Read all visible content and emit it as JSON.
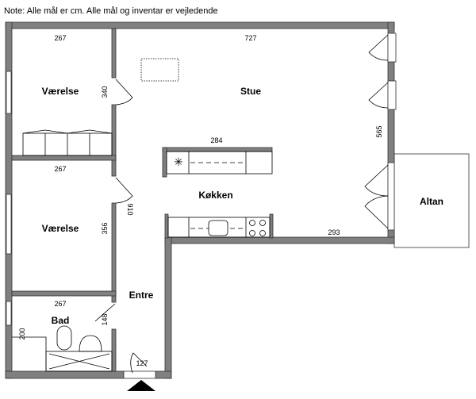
{
  "note": "Note: Alle mål er cm. Alle mål og inventar er vejledende",
  "rooms": {
    "bedroom1": "Værelse",
    "living": "Stue",
    "kitchen": "Køkken",
    "bedroom2": "Værelse",
    "entrance": "Entre",
    "bathroom": "Bad",
    "balcony": "Altan"
  },
  "dimensions": {
    "bedroom1_width": "267",
    "bedroom1_height": "340",
    "living_width": "727",
    "living_height": "565",
    "island": "284",
    "bedroom2_width": "267",
    "bedroom2_height": "356",
    "hall_length": "910",
    "kitchen_counter": "293",
    "bath_width": "267",
    "bath_door": "148",
    "bath_height": "200",
    "entry_door": "127"
  }
}
